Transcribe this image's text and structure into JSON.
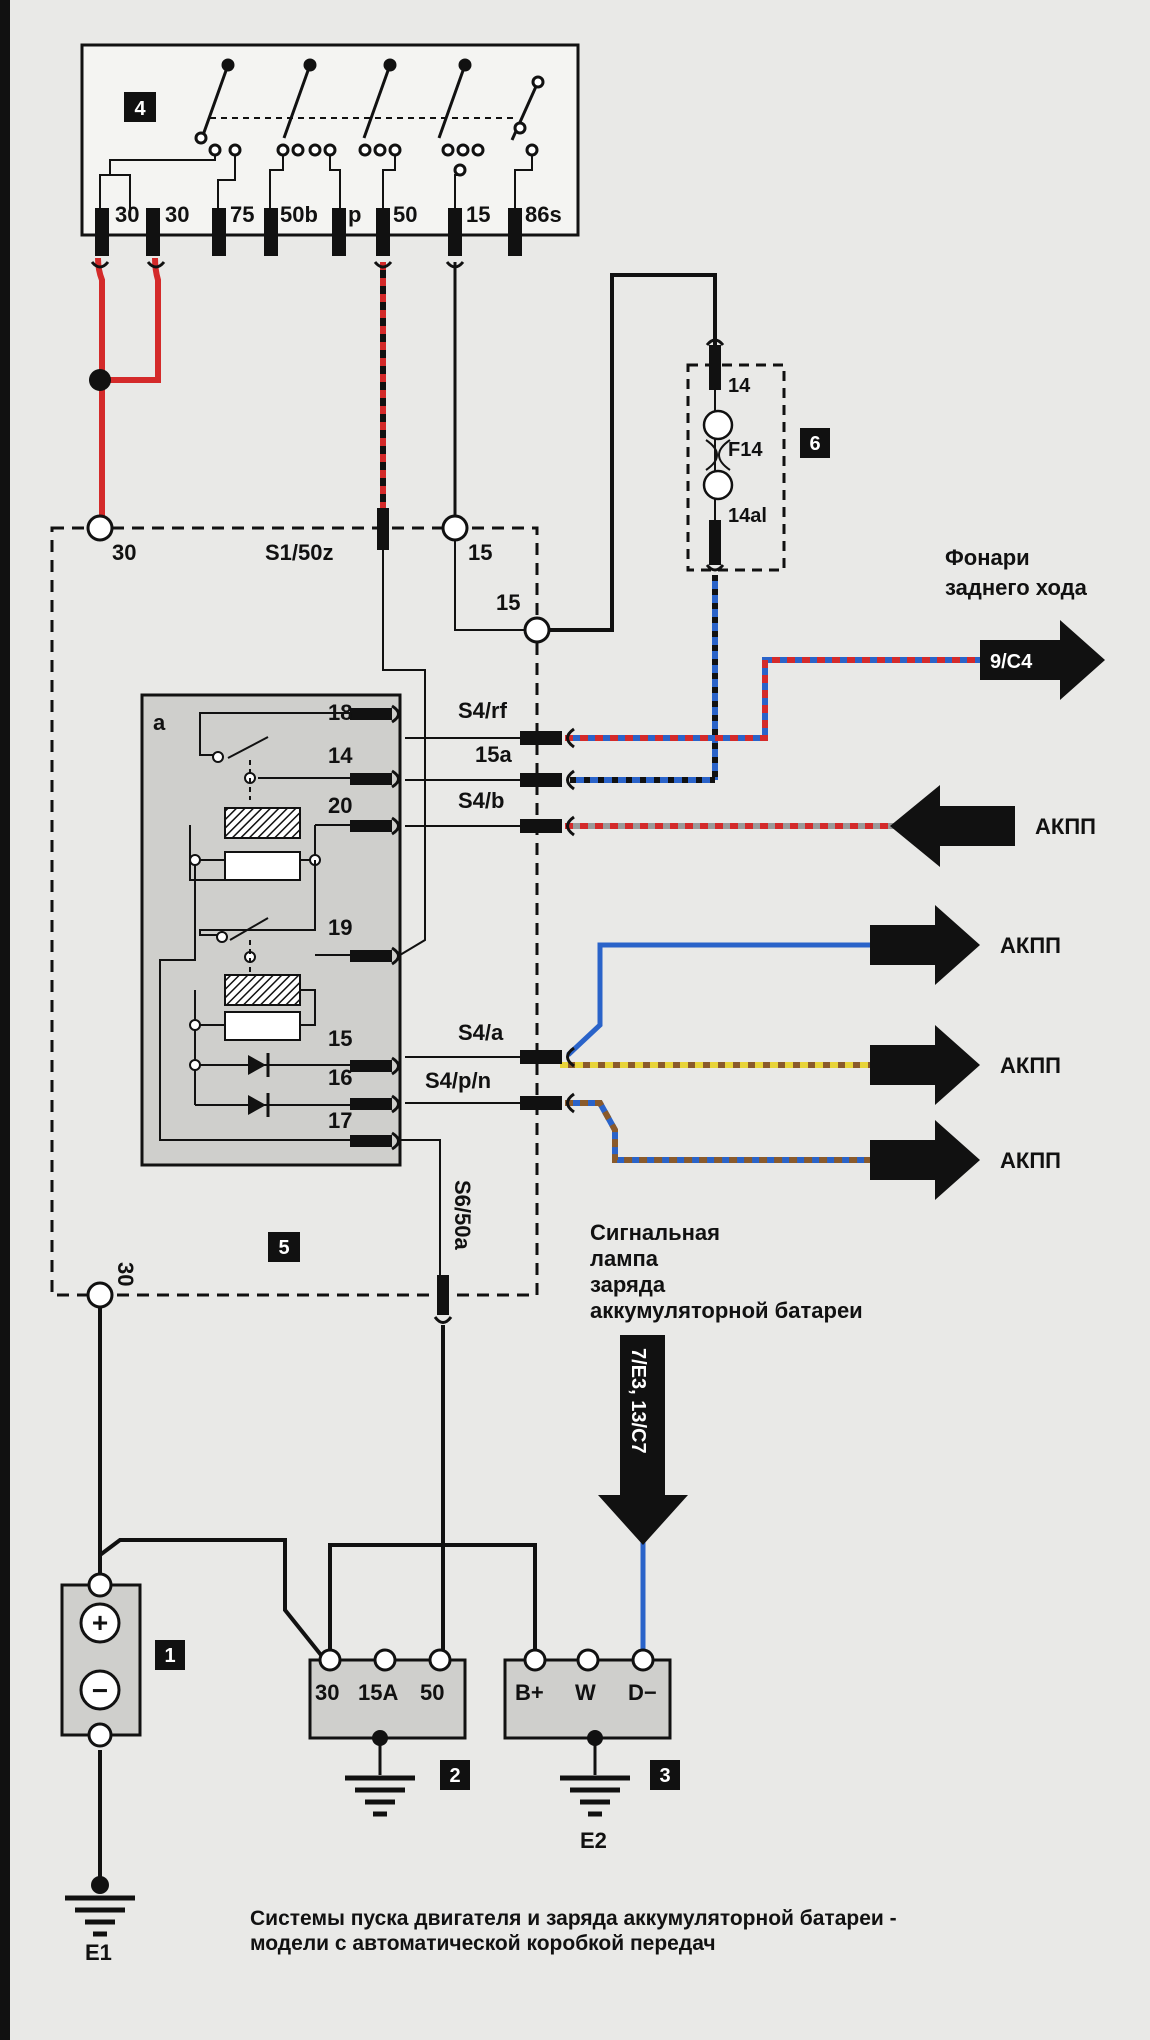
{
  "components": {
    "battery": {
      "number": "1",
      "plus": "+",
      "minus": "−"
    },
    "starter": {
      "number": "2",
      "terminals": [
        "30",
        "15A",
        "50"
      ]
    },
    "alternator": {
      "number": "3",
      "terminals": [
        "B+",
        "W",
        "D−"
      ]
    },
    "ignition_switch": {
      "number": "4",
      "terminals": [
        "30",
        "30",
        "75",
        "50b",
        "p",
        "50",
        "15",
        "86s"
      ]
    },
    "relay_module": {
      "number": "5",
      "sub_label": "a",
      "left_pins": [
        "18",
        "14",
        "20",
        "19",
        "15",
        "16",
        "17"
      ],
      "right_pins": [
        "S4/rf",
        "15a",
        "S4/b",
        "S4/a",
        "S4/p/n"
      ],
      "terminal_30_top": "30",
      "terminal_30_bottom": "30",
      "terminal_s1": "S1/50z",
      "terminal_15": "15",
      "terminal_15_right": "15",
      "terminal_s6": "S6/50a"
    },
    "fuse": {
      "number": "6",
      "name": "F14",
      "top": "14",
      "bottom": "14al"
    }
  },
  "labels": {
    "reverse_lights": [
      "Фонари",
      "заднего хода"
    ],
    "reverse_ref": "9/C4",
    "akpp_in": "АКПП",
    "akpp_out": [
      "АКПП",
      "АКПП",
      "АКПП"
    ],
    "charge_lamp": [
      "Сигнальная",
      "лампа",
      "заряда",
      "аккумуляторной батареи"
    ],
    "charge_ref": "7/E3, 13/C7",
    "ground1": "E1",
    "ground2": "E2"
  },
  "caption": [
    "Системы пуска двигателя и заряда аккумуляторной батареи -",
    "модели с автоматической коробкой передач"
  ],
  "colors": {
    "red": "#d42a2a",
    "blue": "#2a63c9",
    "black": "#111111",
    "brown": "#8a5a2b",
    "yellow": "#e8d43a",
    "grey": "#9a9a9a",
    "panel": "#cfcfcc"
  }
}
